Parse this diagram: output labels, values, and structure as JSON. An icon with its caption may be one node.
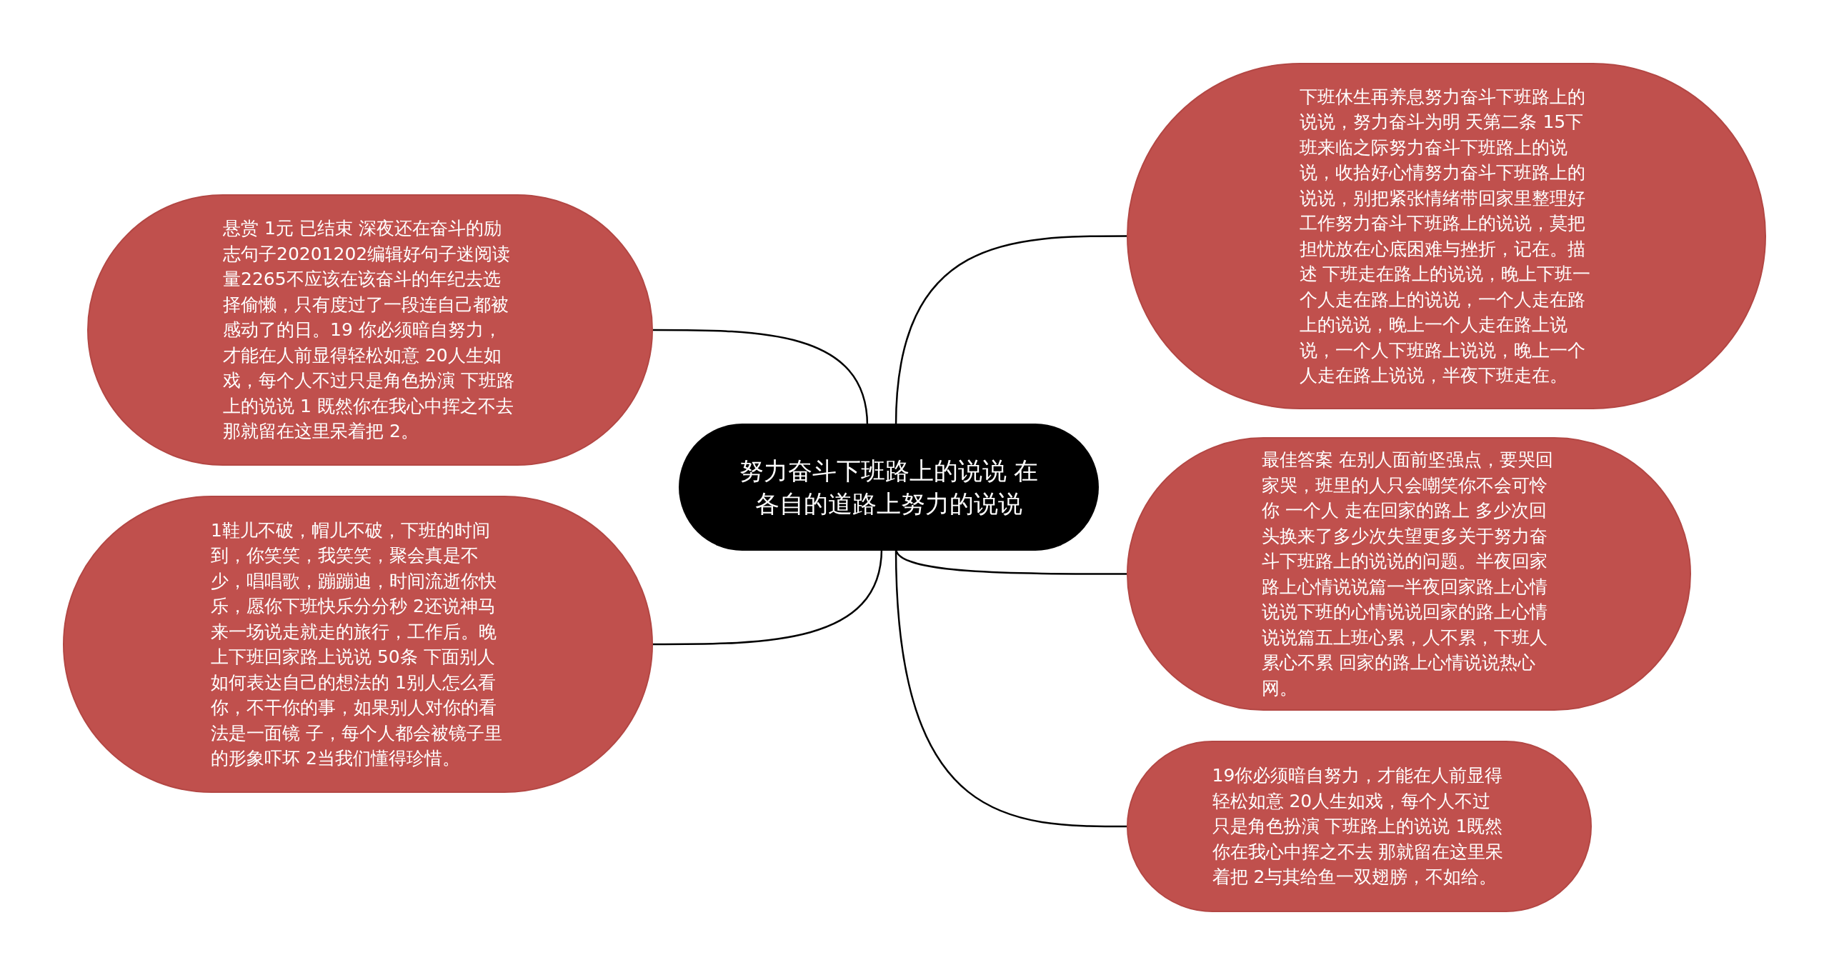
{
  "diagram": {
    "nodes": [
      {
        "text": [
          "努力奋斗下班路上的说说 在各自的道路上努力的说说"
        ]
      },
      {
        "text": [
          "下班休生再养息努力奋斗下班路上的说说，努力奋斗为明 天第二条 15下班来临之际努力奋斗下班路上的说说，收拾好心情努力奋斗下班路上的说说，别把紧张情绪带回家里整理好工作努力奋斗下班路上的说说，莫把担忧放在心底困难与挫折，记在。描述 下班走在路上的说说，晚上下班一个人走在路上的说说，一个人走在路上的说说，晚上一个人走在路上说说，一个人下班路上说说，晚上一个人走在路上说说，半夜下班走在。"
        ]
      },
      {
        "text": [
          "悬赏 1元 已结束 深夜还在奋斗的励志句子20201202编辑好句子迷阅读量2265不应该在该奋斗的年纪去选择偷懒，只有度过了一段连自己都被感动了的日。19 你必须暗自努力，才能在人前显得轻松如意 20人生如戏，每个人不过只是角色扮演 下班路上的说说 1 既然你在我心中挥之不去那就留在这里呆着把 2。"
        ]
      },
      {
        "text": [
          "最佳答案 在别人面前坚强点，要哭回家哭，班里的人只会嘲笑你不会可怜你 一个人 走在回家的路上 多少次回头换来了多少次失望更多关于努力奋斗下班路上的说说的问题。半夜回家路上心情说说篇一半夜回家路上心情说说下班的心情说说回家的路上心情说说篇五上班心累，人不累，下班人累心不累 回家的路上心情说说热心网。"
        ]
      },
      {
        "text": [
          "1鞋儿不破，帽儿不破，下班的时间到，你笑笑，我笑笑，聚会真是不少，唱唱歌，蹦蹦迪，时间流逝你快乐，愿你下班快乐分分秒 2还说神马来一场说走就走的旅行，工作后。晚上下班回家路上说说 50条 下面别人如何表达自己的想法的 1别人怎么看你，不干你的事，如果别人对你的看法是一面镜 子，每个人都会被镜子里的形象吓坏 2当我们懂得珍惜。"
        ]
      },
      {
        "text": [
          "19你必须暗自努力，才能在人前显得轻松如意 20人生如戏，每个人不过只是角色扮演 下班路上的说说 1既然你在我心中挥之不去 那就留在这里呆着把 2与其给鱼一双翅膀，不如给。"
        ]
      }
    ],
    "edges": [
      {
        "from": 0,
        "to": 1,
        "arrow": "none"
      },
      {
        "from": 0,
        "to": 2,
        "arrow": "none"
      },
      {
        "from": 0,
        "to": 3,
        "arrow": "none"
      },
      {
        "from": 0,
        "to": 4,
        "arrow": "none"
      },
      {
        "from": 0,
        "to": 5,
        "arrow": "none"
      }
    ]
  }
}
